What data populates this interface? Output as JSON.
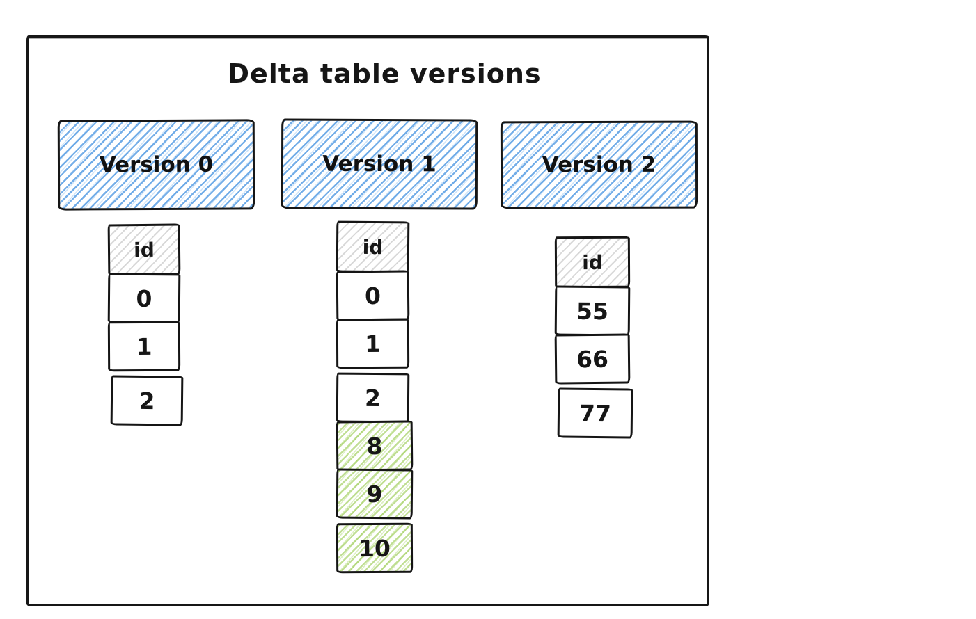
{
  "diagram": {
    "title": "Delta table versions",
    "colors": {
      "version_box_hatch": "#5ca0e4",
      "added_row_hatch": "#97c94d",
      "header_cell_hatch": "#b2b2b2",
      "stroke": "#161616",
      "background": "#ffffff"
    },
    "versions": [
      {
        "label": "Version 0",
        "header": "id",
        "rows": [
          {
            "value": "0",
            "highlighted": false
          },
          {
            "value": "1",
            "highlighted": false
          },
          {
            "value": "2",
            "highlighted": false
          }
        ]
      },
      {
        "label": "Version 1",
        "header": "id",
        "rows": [
          {
            "value": "0",
            "highlighted": false
          },
          {
            "value": "1",
            "highlighted": false
          },
          {
            "value": "2",
            "highlighted": false
          },
          {
            "value": "8",
            "highlighted": true
          },
          {
            "value": "9",
            "highlighted": true
          },
          {
            "value": "10",
            "highlighted": true
          }
        ]
      },
      {
        "label": "Version 2",
        "header": "id",
        "rows": [
          {
            "value": "55",
            "highlighted": false
          },
          {
            "value": "66",
            "highlighted": false
          },
          {
            "value": "77",
            "highlighted": false
          }
        ]
      }
    ]
  }
}
